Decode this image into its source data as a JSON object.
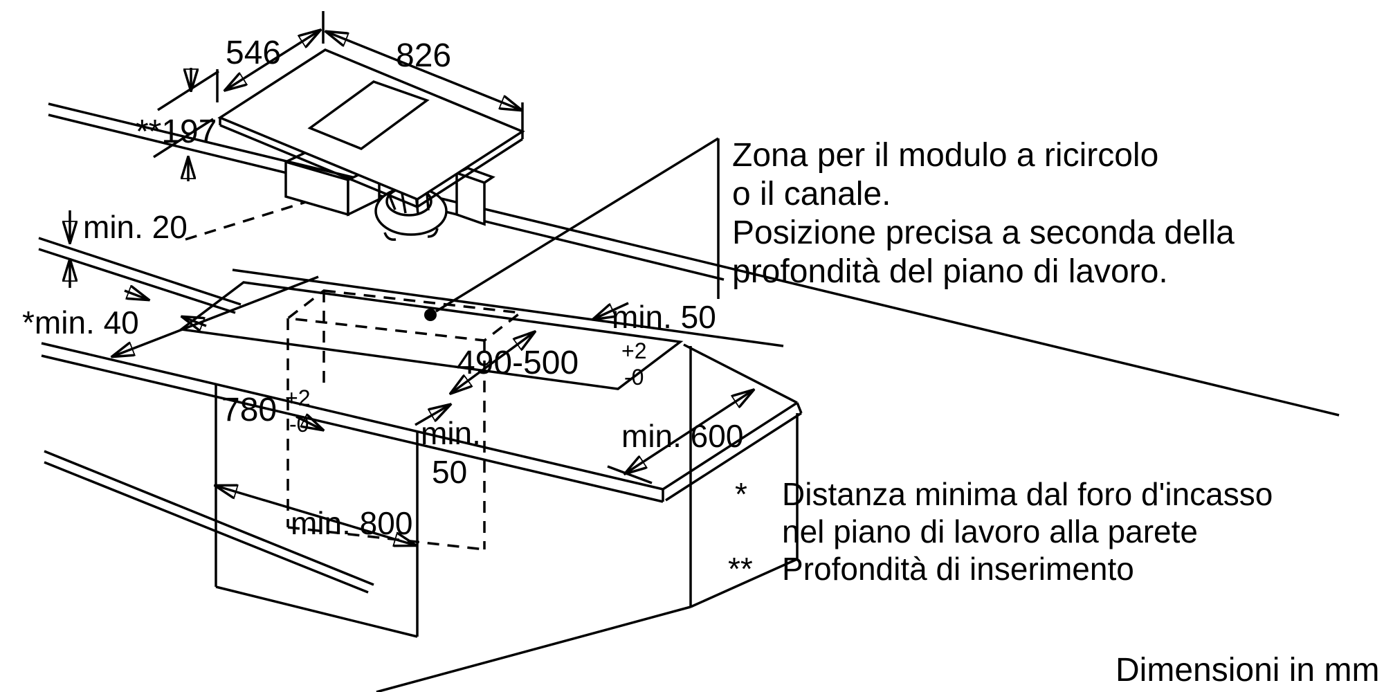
{
  "diagram": {
    "title_implicit": "Installation drawing hob with integrated ventilation",
    "dimensions": {
      "hob_depth": "546",
      "hob_width": "826",
      "insertion_depth": "**197",
      "wall_gap": "min. 20",
      "wall_distance": "*min. 40",
      "back_clearance": "min. 50",
      "cutout_depth": "490-500",
      "tol_plus": "+2",
      "tol_minus": "-0",
      "cutout_width": "780",
      "side_clearance_line1": "min.",
      "side_clearance_line2": "50",
      "counter_depth": "min. 600",
      "cabinet_width": "min. 800"
    },
    "annotations": {
      "zone_note": [
        "Zona per il modulo a ricircolo",
        "o il canale.",
        "Posizione precisa a seconda della",
        "profondità del piano di lavoro."
      ],
      "footnote_star_marker": "*",
      "footnote_star_line1": "Distanza minima dal foro d'incasso",
      "footnote_star_line2": "nel piano di lavoro alla parete",
      "footnote_dstar_marker": "**",
      "footnote_dstar_text": "Profondità di inserimento",
      "units_note": "Dimensioni in mm"
    },
    "colors": {
      "line": "#000000",
      "background": "#ffffff"
    }
  }
}
